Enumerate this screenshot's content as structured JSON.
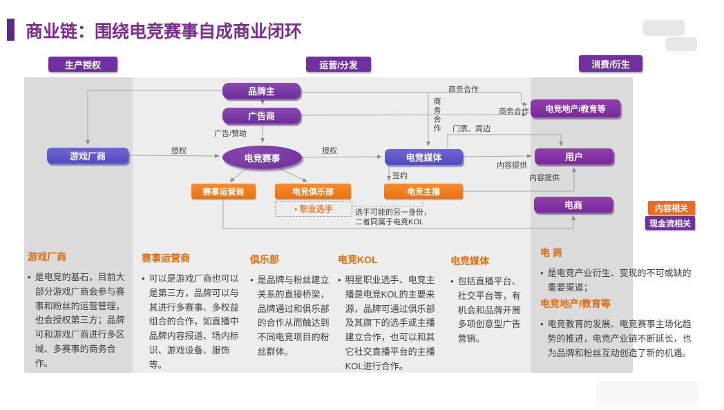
{
  "title": "商业链：围绕电竞赛事自成商业闭环",
  "sections": {
    "left": "生产授权",
    "center": "运营/分发",
    "right": "消费/衍生"
  },
  "nodes": {
    "brand": {
      "label": "品牌主"
    },
    "advertiser": {
      "label": "广告商"
    },
    "game_maker": {
      "label": "游戏厂商"
    },
    "event": {
      "label": "电竞赛事"
    },
    "media": {
      "label": "电竞媒体"
    },
    "estate": {
      "label": "电竞地产/教育等"
    },
    "user": {
      "label": "用户"
    },
    "operator": {
      "label": "赛事运营商"
    },
    "club": {
      "label": "电竞俱乐部"
    },
    "anchor": {
      "label": "电竞主播"
    },
    "player": {
      "label": "• 职业选手"
    },
    "ecommerce": {
      "label": "电商"
    }
  },
  "edges": {
    "biz_top": "商务合作",
    "biz_mid": "商务合作",
    "biz_vert": "商务合作",
    "ads": "广告/赞助",
    "license1": "授权",
    "license2": "授权",
    "tickets": "门票、周边",
    "content1": "内容提供",
    "content2": "内容提供",
    "sign": "签约",
    "note1": "选手可能的另一身份，",
    "note2": "二者同属于电竞KOL"
  },
  "legend": {
    "content": "内容相关",
    "cash": "现金流相关"
  },
  "columns": [
    {
      "header": "游戏厂商",
      "text": "是电竞的基石，目前大部分游戏厂商会参与赛事和粉丝的运营管理，也会授权第三方；品牌可和游戏厂商进行多区域、多赛事的商务合作。"
    },
    {
      "header": "赛事运营商",
      "text": "可以是游戏厂商也可以是第三方，品牌可以与其进行多赛事、多权益组合的合作，如直播中品牌内容报道、场内标识、游戏设备、服饰等。"
    },
    {
      "header": "俱乐部",
      "text": "是品牌与粉丝建立关系的直接桥梁，品牌通过和俱乐部的合作从而触达到不同电竞项目的粉丝群体。"
    },
    {
      "header": "电竞KOL",
      "text": "明星职业选手、电竞主播是电竞KOL的主要来源，品牌可通过俱乐部及其旗下的选手或主播建立合作，也可以和其它社交直播平台的主播KOL进行合作。"
    },
    {
      "header": "电竞媒体",
      "text": "包括直播平台、社交平台等，有机会和品牌开展多项创意型广告营销。"
    },
    {
      "header": "电 商",
      "text": "是电竞产业衍生、变现的不可或缺的重要渠道；"
    },
    {
      "header": "电竞地产/教育等",
      "text": "电竞教育的发展、电竞赛事主场化趋势的推进，电竞产业链不断延长，也为品牌和粉丝互动创造了新的机遇。"
    }
  ],
  "colors": {
    "title_purple": "#7B2A8E",
    "deep_purple": "#6B2D99",
    "pill_purple": "#7030A0",
    "indigo": "#544ABF",
    "node_orange": "#EC7011",
    "header_orange": "#E36C09",
    "legend_orange": "#ED6A1F",
    "panel_gray": "#DBDBDB",
    "panel_light": "#EDEDED",
    "wire_gray": "#A6A6A6"
  }
}
